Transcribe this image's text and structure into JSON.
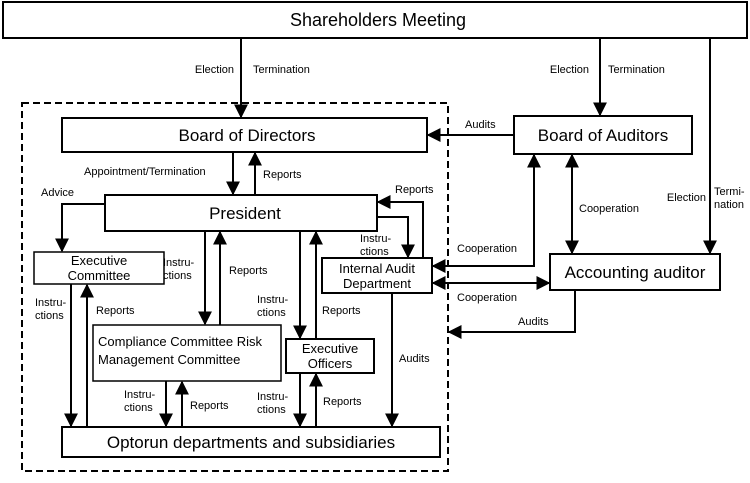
{
  "nodes": {
    "shareholders": "Shareholders Meeting",
    "board_directors": "Board of Directors",
    "board_auditors": "Board of Auditors",
    "president": "President",
    "executive_committee": [
      "Executive",
      "Committee"
    ],
    "internal_audit": [
      "Internal Audit",
      "Department"
    ],
    "accounting_auditor": "Accounting auditor",
    "compliance": [
      "Compliance Committee Risk",
      "Management Committee"
    ],
    "executive_officers": [
      "Executive",
      "Officers"
    ],
    "departments": "Optorun departments and subsidiaries"
  },
  "labels": {
    "election": "Election",
    "termination": "Termination",
    "termi_split": [
      "Termi-",
      "nation"
    ],
    "appointment": "Appointment/Termination",
    "reports": "Reports",
    "audits": "Audits",
    "advice": "Advice",
    "instructions": "Instructions",
    "instru_split": [
      "Instru-",
      "ctions"
    ],
    "instructions_split": [
      "Instructions",
      ""
    ],
    "cooperation": "Cooperation"
  }
}
